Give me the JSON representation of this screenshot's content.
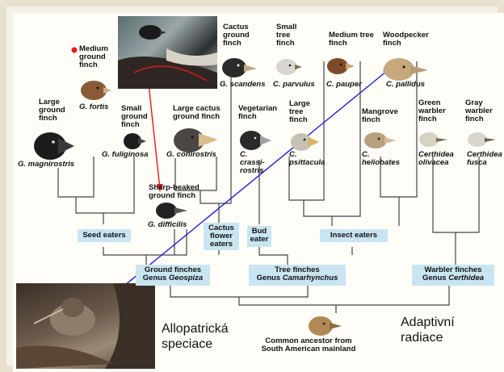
{
  "labels": {
    "medium_ground": "Medium ground finch",
    "cactus_ground": "Cactus ground finch",
    "small_tree": "Small tree finch",
    "medium_tree": "Medium tree finch",
    "woodpecker": "Woodpecker finch",
    "large_ground": "Large ground finch",
    "small_ground": "Small ground finch",
    "large_cactus": "Large cactus ground finch",
    "vegetarian": "Vegetarian finch",
    "large_tree": "Large tree finch",
    "mangrove": "Mangrove finch",
    "green_warbler": "Green warbler finch",
    "gray_warbler": "Gray warbler finch",
    "sharp_beaked": "Sharp-beaked ground finch"
  },
  "species": {
    "fortis": "G. fortis",
    "scandens": "G. scandens",
    "parvulus": "C. parvulus",
    "pauper": "C. pauper",
    "pallidus": "C. pallidus",
    "magnirostris": "G. magnirostris",
    "fuliginosa": "G. fuliginosa",
    "conirostris": "G. conirostris",
    "crassirostris": "C. crassi- rostris",
    "psittacula": "C. psittacula",
    "heliobates": "C. heliobates",
    "olivacea": "Certhidea olivacea",
    "fusca": "Certhidea fusca",
    "difficilis": "G. difficilis"
  },
  "groups": {
    "seed_eaters": "Seed eaters",
    "cactus_flower": "Cactus flower eaters",
    "bud_eater": "Bud eater",
    "insect_eaters": "Insect eaters",
    "ground_line1": "Ground finches",
    "ground_genus_prefix": "Genus ",
    "ground_genus": "Geospiza",
    "tree_line1": "Tree finches",
    "tree_genus_prefix": "Genus ",
    "tree_genus": "Camarhynchus",
    "warbler_line1": "Warbler finches",
    "warbler_genus_prefix": "Genus ",
    "warbler_genus": "Certhidea",
    "ancestor": "Common ancestor from South American mainland"
  },
  "overlay": {
    "allopatric": "Allopatrická speciace",
    "adaptive": "Adaptivní radiace"
  },
  "colors": {
    "group_box": "#c9e5f1",
    "arrow_blue": "#1f1fd6",
    "arrow_red": "#e01c1c",
    "line": "#444444"
  }
}
